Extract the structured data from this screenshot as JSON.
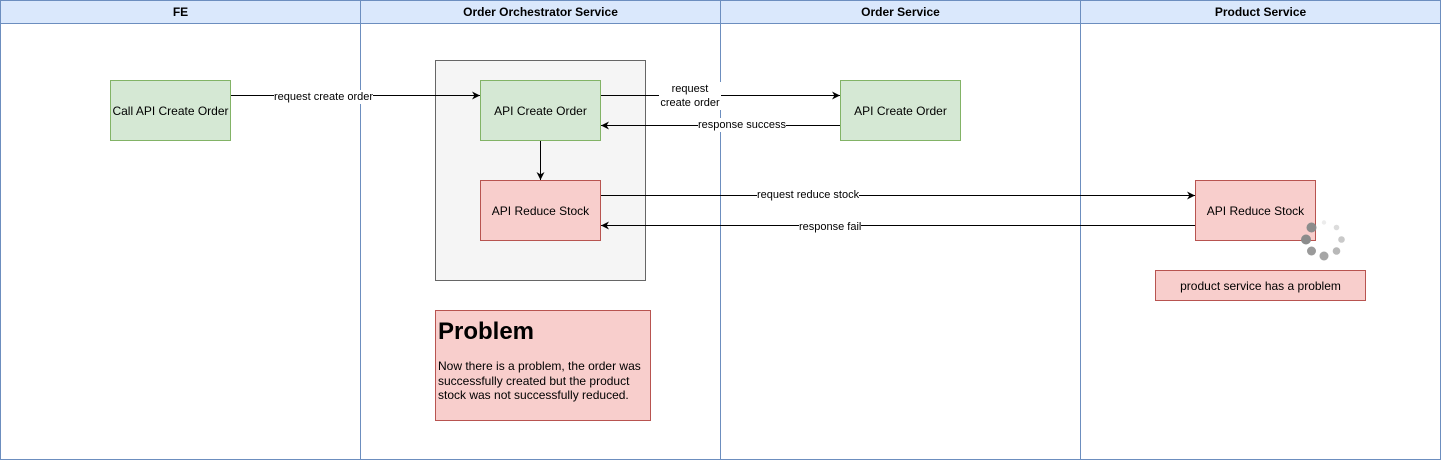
{
  "lanes": [
    {
      "title": "FE"
    },
    {
      "title": "Order Orchestrator Service"
    },
    {
      "title": "Order Service"
    },
    {
      "title": "Product Service"
    }
  ],
  "nodes": {
    "fe_call_api": "Call API Create Order",
    "orch_create_order": "API Create Order",
    "orch_reduce_stock": "API Reduce Stock",
    "order_create_order": "API Create Order",
    "product_reduce_stock": "API Reduce Stock",
    "product_problem_note": "product service has a problem"
  },
  "edges": {
    "request_create_order_fe": "request create order",
    "request_create_order_orch_line1": "request",
    "request_create_order_orch_line2": "create order",
    "response_success": "response success",
    "request_reduce_stock": "request reduce stock",
    "response_fail": "response fail"
  },
  "problem": {
    "title": "Problem",
    "text": "Now there is a problem, the order was successfully created but the product stock was not successfully reduced."
  },
  "colors": {
    "lane_header_fill": "#dae8fc",
    "lane_stroke": "#6c8ebf",
    "success_fill": "#d5e8d4",
    "success_stroke": "#82b366",
    "error_fill": "#f8cecc",
    "error_stroke": "#b85450",
    "group_fill": "#f5f5f5"
  }
}
